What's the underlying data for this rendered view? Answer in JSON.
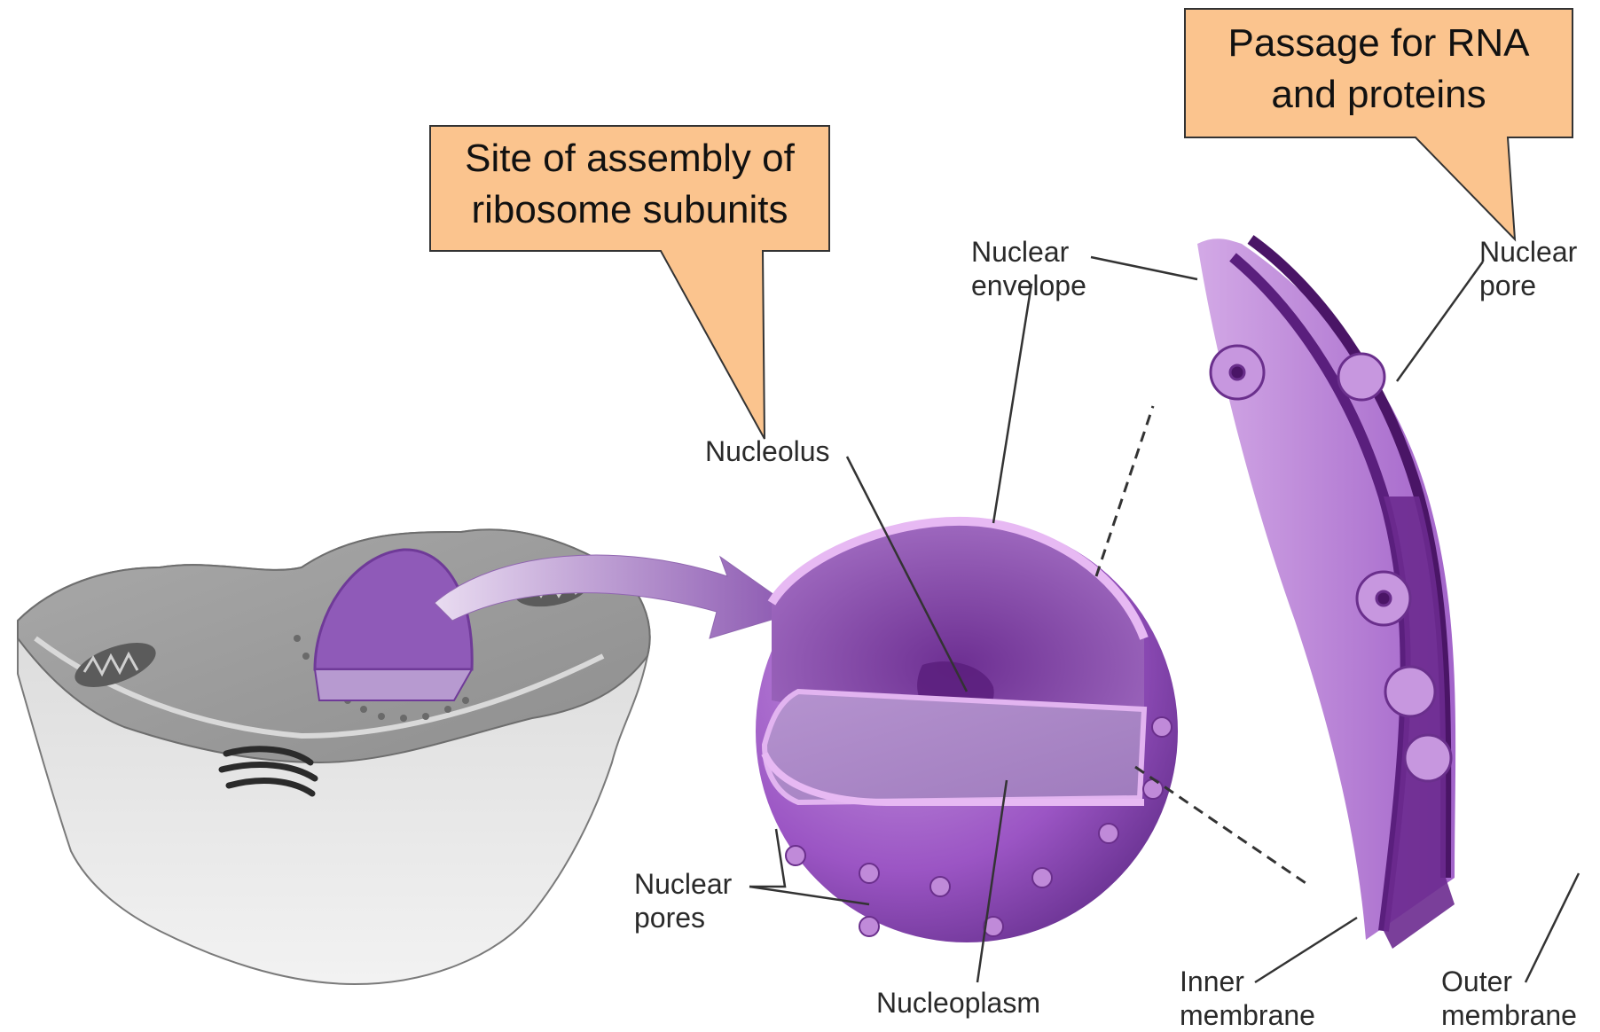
{
  "callouts": {
    "ribosome": {
      "line1": "Site of assembly of",
      "line2": "ribosome subunits"
    },
    "passage": {
      "line1": "Passage for RNA",
      "line2": "and proteins"
    }
  },
  "labels": {
    "nucleolus": "Nucleolus",
    "nuclear_envelope_1": "Nuclear",
    "nuclear_envelope_2": "envelope",
    "nuclear_pore_1": "Nuclear",
    "nuclear_pore_2": "pore",
    "nuclear_pores_1": "Nuclear",
    "nuclear_pores_2": "pores",
    "nucleoplasm": "Nucleoplasm",
    "inner_membrane_1": "Inner",
    "inner_membrane_2": "membrane",
    "outer_membrane_1": "Outer",
    "outer_membrane_2": "membrane"
  },
  "colors": {
    "callout_fill": "#fbc48e",
    "callout_stroke": "#333333",
    "nucleus_purple": "#8a3fb0",
    "cell_gray": "#bdbdbd"
  }
}
